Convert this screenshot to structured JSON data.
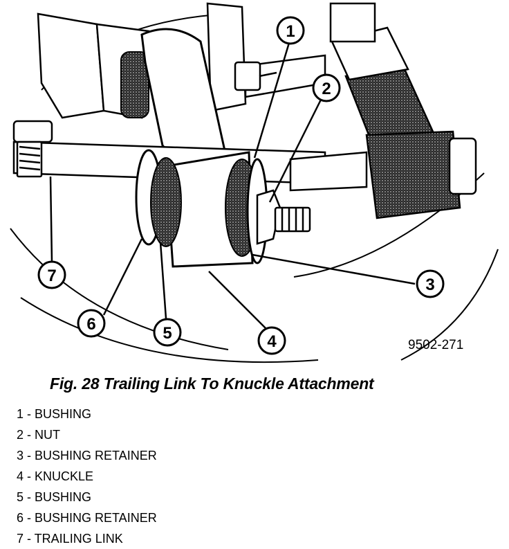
{
  "figure": {
    "ref_code": "9502-271",
    "callouts": [
      "1",
      "2",
      "3",
      "4",
      "5",
      "6",
      "7"
    ]
  },
  "caption": "Fig. 28 Trailing Link To Knuckle Attachment",
  "legend": [
    "1 - BUSHING",
    "2 - NUT",
    "3 - BUSHING RETAINER",
    "4 - KNUCKLE",
    "5 - BUSHING",
    "6 - BUSHING RETAINER",
    "7 - TRAILING LINK"
  ]
}
